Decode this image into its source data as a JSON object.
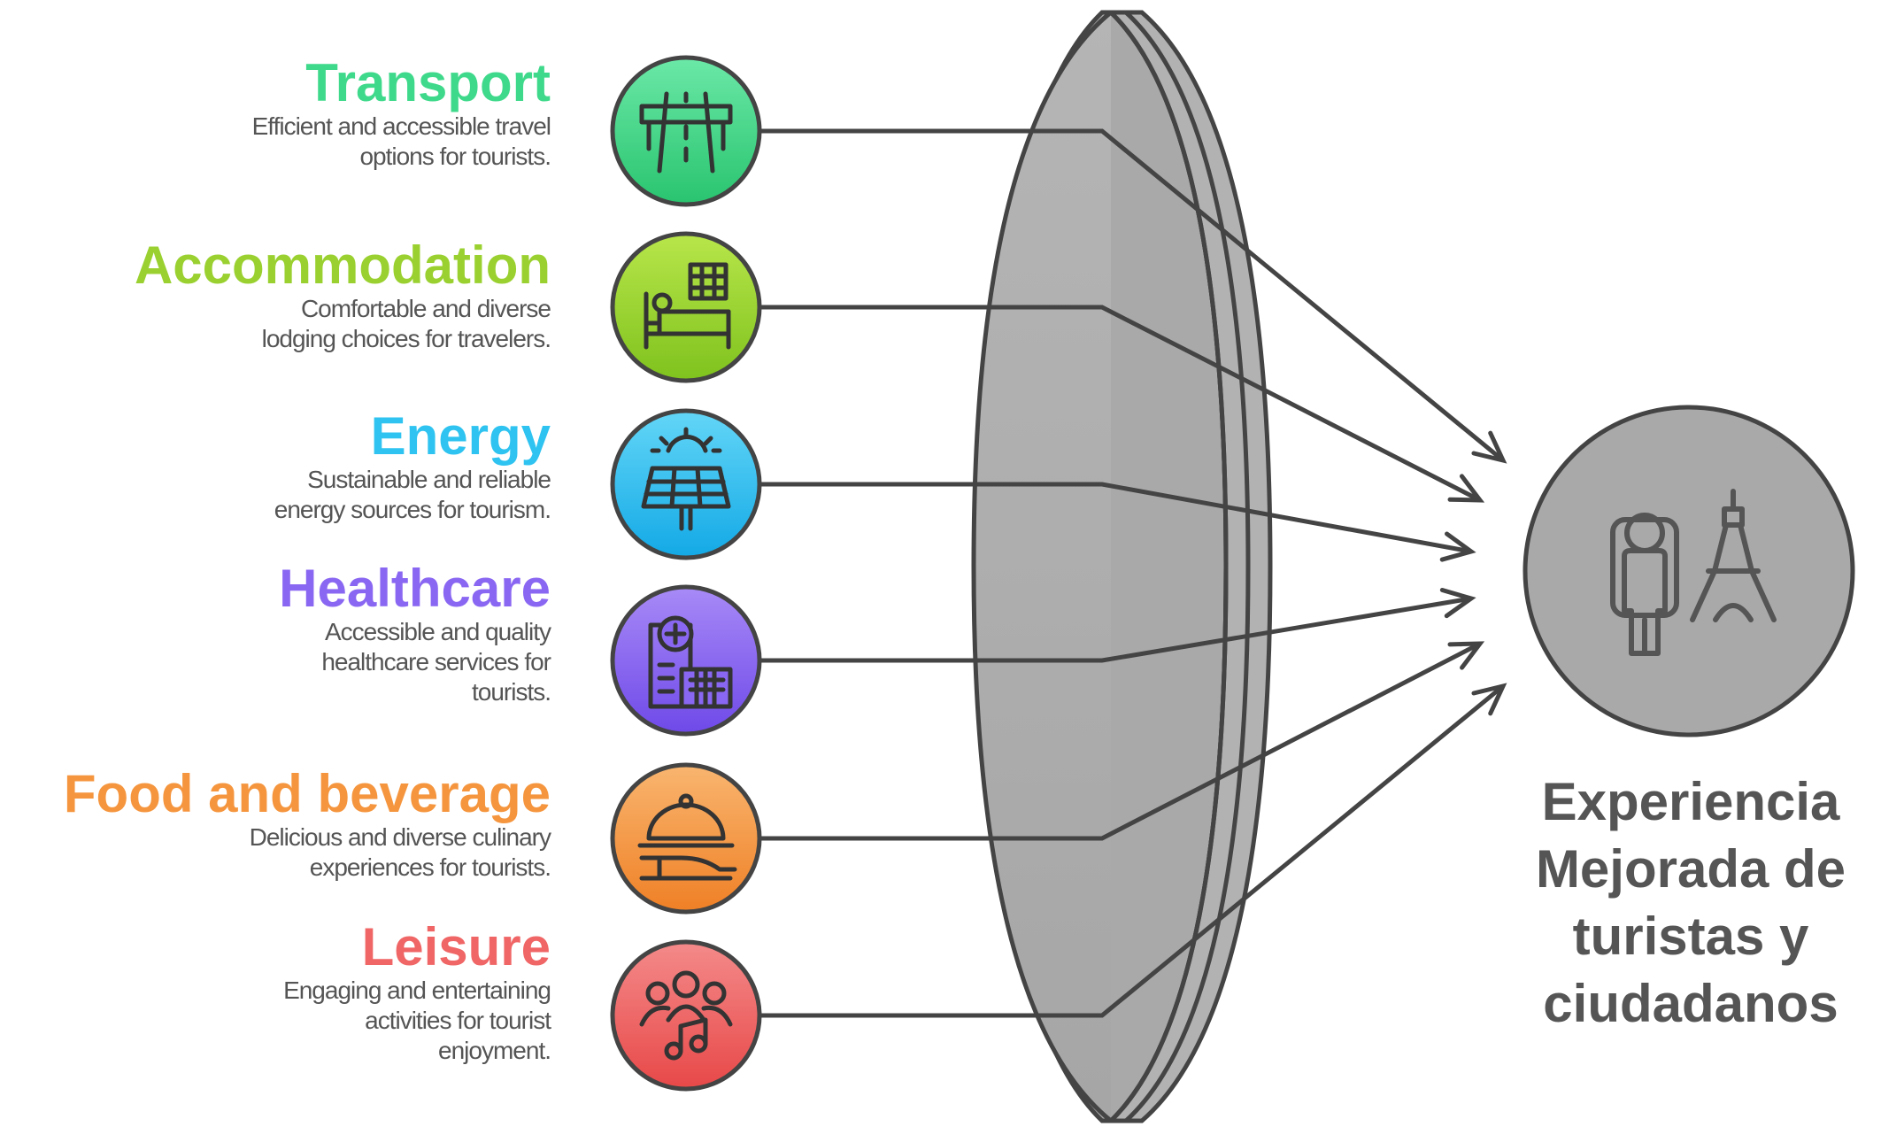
{
  "factors": [
    {
      "title": "Transport",
      "description_lines": [
        "Efficient and accessible travel",
        "options for tourists."
      ],
      "color": "#3fd98b",
      "gradient": [
        "#6be8a7",
        "#29c46f"
      ],
      "icon": "highway-icon"
    },
    {
      "title": "Accommodation",
      "description_lines": [
        "Comfortable and diverse",
        "lodging choices for travelers."
      ],
      "color": "#9ad130",
      "gradient": [
        "#b8e64a",
        "#7fc21e"
      ],
      "icon": "hotel-bed-icon"
    },
    {
      "title": "Energy",
      "description_lines": [
        "Sustainable and reliable",
        "energy sources for tourism."
      ],
      "color": "#2ec3f0",
      "gradient": [
        "#63d6f7",
        "#13a9e6"
      ],
      "icon": "solar-panel-icon"
    },
    {
      "title": "Healthcare",
      "description_lines": [
        "Accessible and quality",
        "healthcare services for",
        "tourists."
      ],
      "color": "#8a67f2",
      "gradient": [
        "#a88af7",
        "#6f49e8"
      ],
      "icon": "hospital-icon"
    },
    {
      "title": "Food and beverage",
      "description_lines": [
        "Delicious and diverse culinary",
        "experiences for tourists."
      ],
      "color": "#f5963f",
      "gradient": [
        "#f9b56f",
        "#ef8026"
      ],
      "icon": "food-cloche-icon"
    },
    {
      "title": "Leisure",
      "description_lines": [
        "Engaging and entertaining",
        "activities for tourist",
        "enjoyment."
      ],
      "color": "#f06565",
      "gradient": [
        "#f48a8a",
        "#e84848"
      ],
      "icon": "people-music-icon"
    }
  ],
  "result": {
    "lines": [
      "Experiencia",
      "Mejorada de",
      "turistas y",
      "ciudadanos"
    ],
    "icon": "tourist-eiffel-tower-icon",
    "color": "#555555"
  },
  "lens": {
    "icon": "lens-shape"
  }
}
